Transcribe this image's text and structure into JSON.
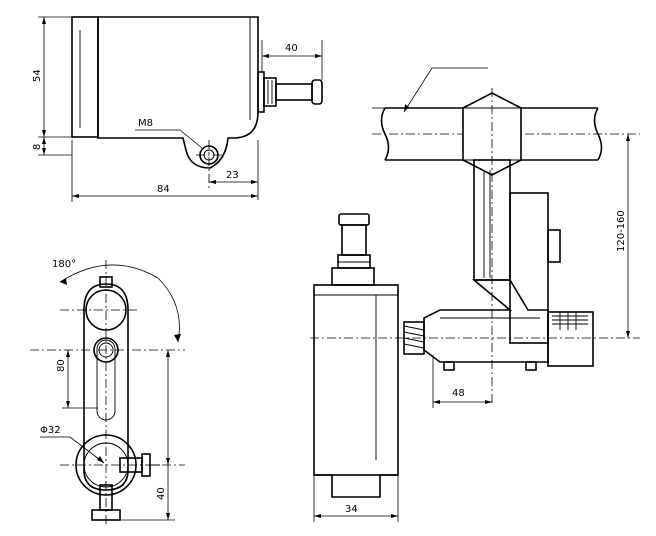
{
  "labels": {
    "dim_40_top": "40",
    "dim_54": "54",
    "thread_m8": "M8",
    "dim_8": "8",
    "dim_23": "23",
    "dim_84": "84",
    "dim_range": "120-160",
    "dim_48": "48",
    "dim_34": "34",
    "angle_180": "180°",
    "dim_80": "80",
    "dim_phi32": "Φ32",
    "dim_40_side": "40"
  }
}
